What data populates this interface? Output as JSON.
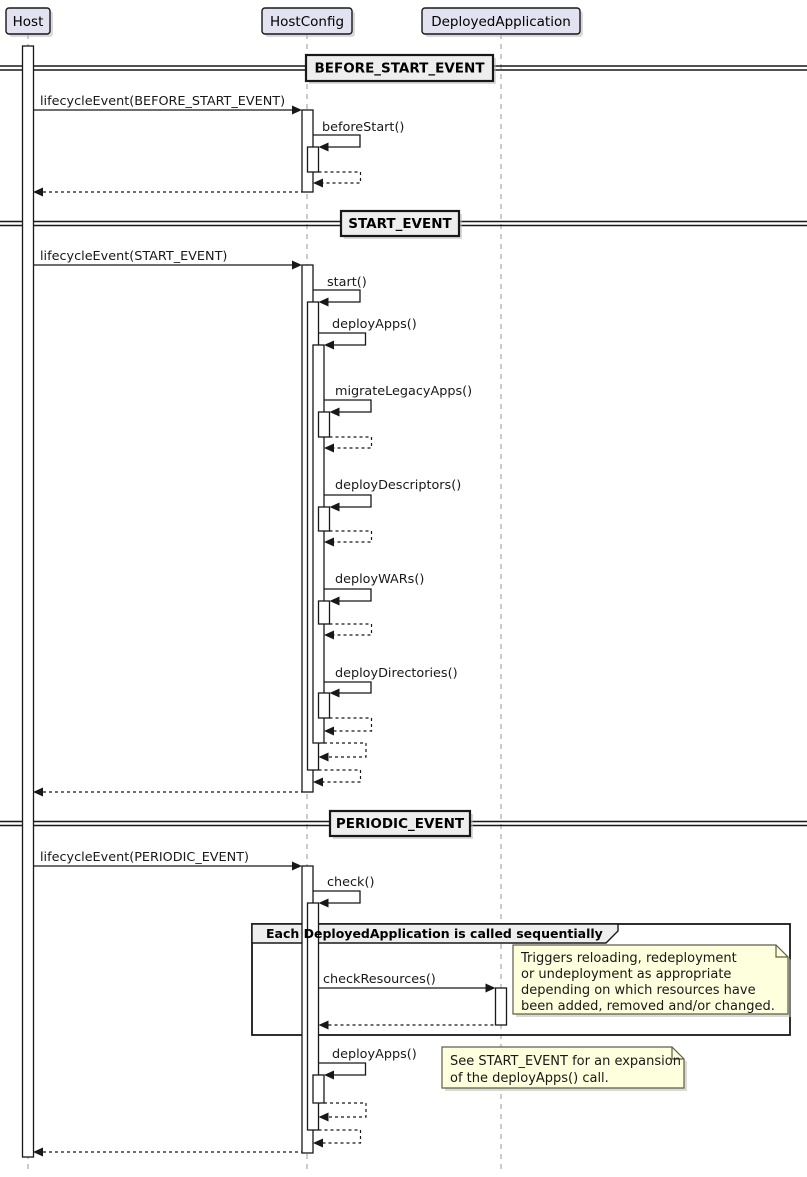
{
  "participants": {
    "host": "Host",
    "hostconfig": "HostConfig",
    "deployedapplication": "DeployedApplication"
  },
  "dividers": {
    "before_start": "BEFORE_START_EVENT",
    "start": "START_EVENT",
    "periodic": "PERIODIC_EVENT"
  },
  "messages": {
    "lifecycle_before_start": "lifecycleEvent(BEFORE_START_EVENT)",
    "before_start": "beforeStart()",
    "lifecycle_start": "lifecycleEvent(START_EVENT)",
    "start": "start()",
    "deploy_apps": "deployApps()",
    "migrate_legacy_apps": "migrateLegacyApps()",
    "deploy_descriptors": "deployDescriptors()",
    "deploy_wars": "deployWARs()",
    "deploy_directories": "deployDirectories()",
    "lifecycle_periodic": "lifecycleEvent(PERIODIC_EVENT)",
    "check": "check()",
    "check_resources": "checkResources()",
    "deploy_apps_periodic": "deployApps()"
  },
  "group": {
    "label": "Each DeployedApplication is called sequentially"
  },
  "notes": {
    "check_resources_note": {
      "lines": [
        "Triggers reloading, redeployment",
        "or undeployment as appropriate",
        "depending on which resources have",
        "been added, removed and/or changed."
      ]
    },
    "deploy_apps_note": {
      "lines": [
        "See START_EVENT for an expansion",
        "of the deployApps() call."
      ]
    }
  },
  "colors": {
    "participant_fill": "#E2E2F0",
    "divider_fill": "#EEEEEE",
    "note_fill": "#FEFFDD",
    "stroke": "#181818",
    "lifeline": "#999999"
  }
}
